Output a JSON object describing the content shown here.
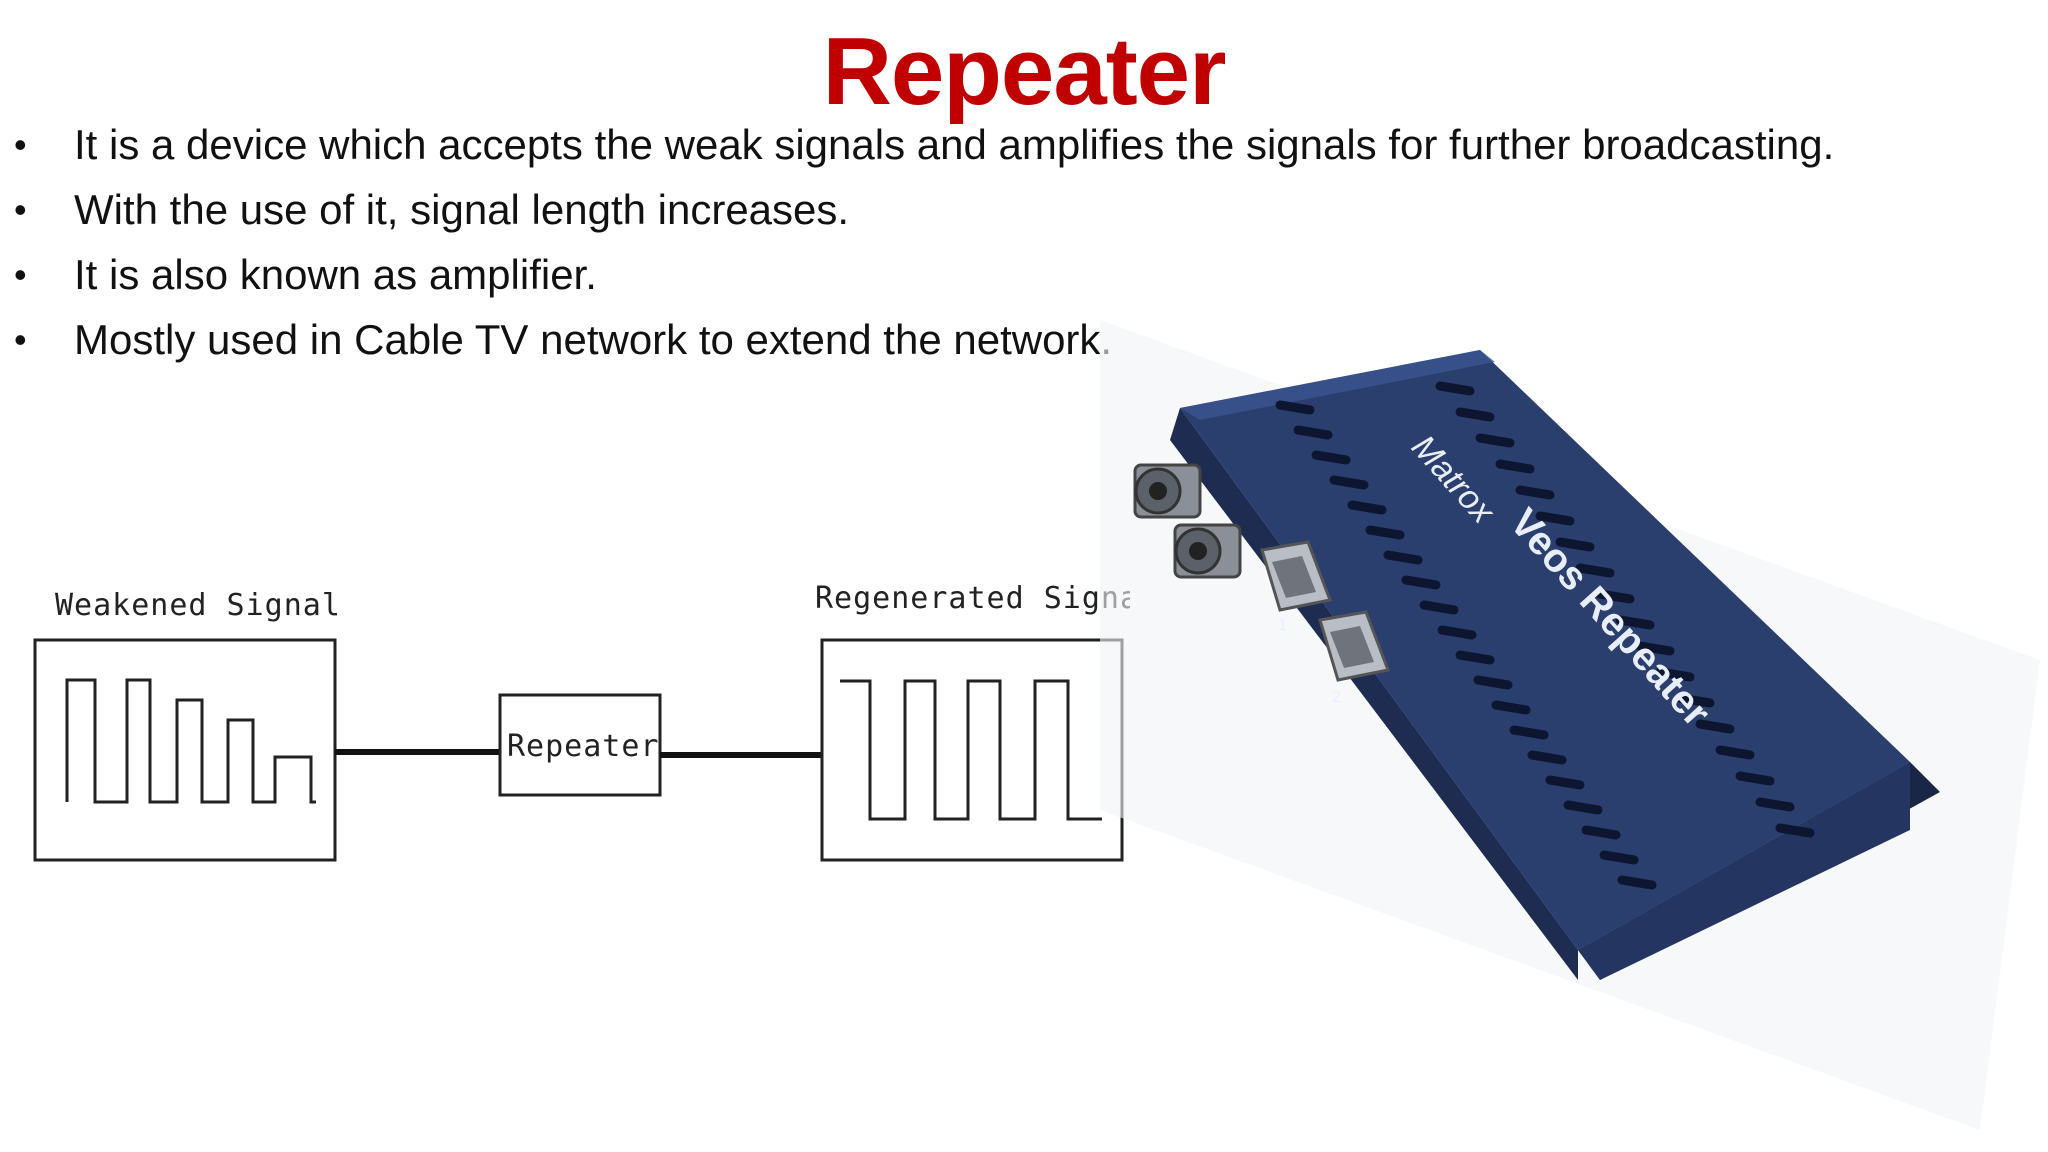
{
  "title": "Repeater",
  "bullets": [
    "It is a device which accepts the weak signals and amplifies the signals for further broadcasting.",
    "With the use of it, signal length increases.",
    "It is also known as amplifier.",
    "Mostly used in Cable TV network to extend the network."
  ],
  "diagram": {
    "weakened_label": "Weakened Signal",
    "repeater_label": "Repeater",
    "regenerated_label": "Regenerated Signal"
  },
  "device": {
    "brand": "Matrox",
    "model": "Veos Repeater",
    "port_1": "1",
    "port_2": "2"
  },
  "colors": {
    "title": "#c00000",
    "device_body": "#2a3f6e"
  }
}
